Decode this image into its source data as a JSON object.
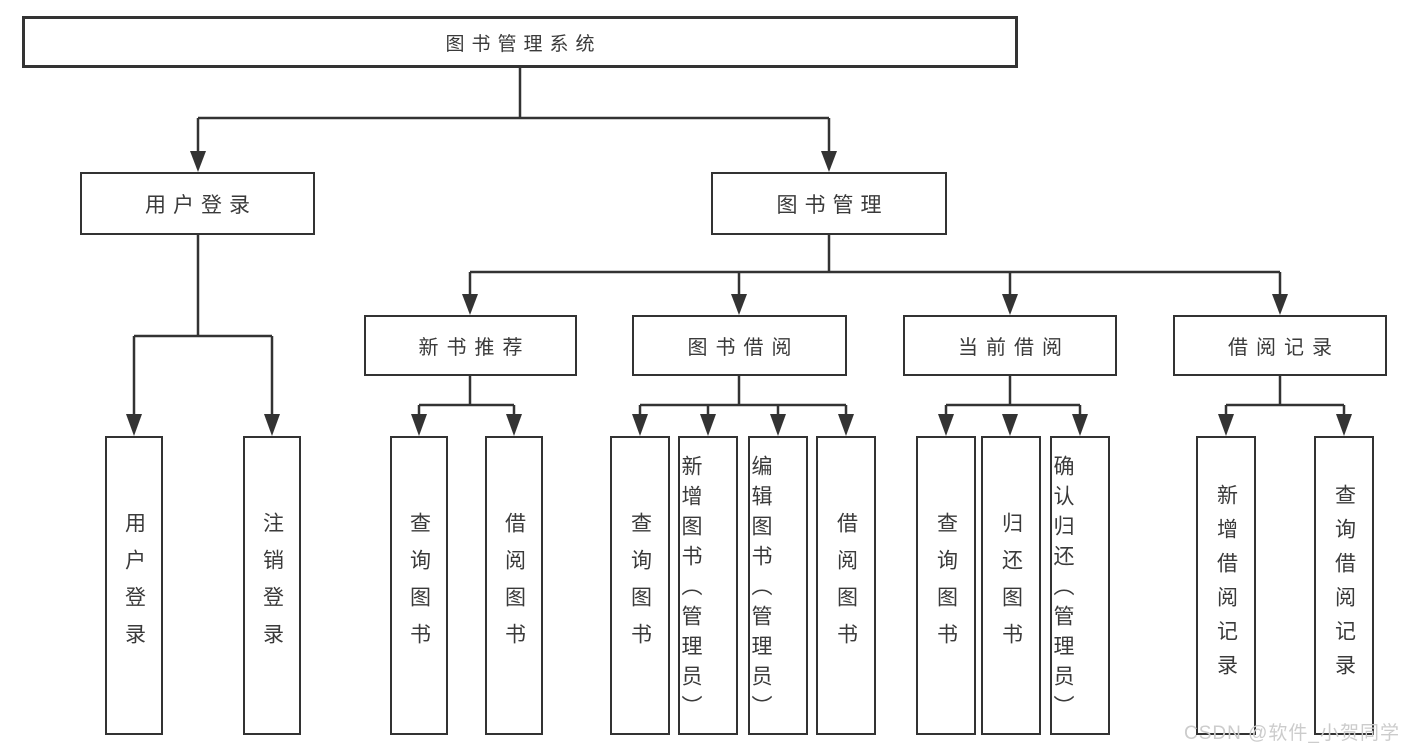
{
  "tree": {
    "label": "图书管理系统",
    "children": [
      {
        "label": "用户登录",
        "children": [
          {
            "label": "用户登录"
          },
          {
            "label": "注销登录"
          }
        ]
      },
      {
        "label": "图书管理",
        "children": [
          {
            "label": "新书推荐",
            "children": [
              {
                "label": "查询图书"
              },
              {
                "label": "借阅图书"
              }
            ]
          },
          {
            "label": "图书借阅",
            "children": [
              {
                "label": "查询图书"
              },
              {
                "label": "新增图书（管理员）"
              },
              {
                "label": "编辑图书（管理员）"
              },
              {
                "label": "借阅图书"
              }
            ]
          },
          {
            "label": "当前借阅",
            "children": [
              {
                "label": "查询图书"
              },
              {
                "label": "归还图书"
              },
              {
                "label": "确认归还（管理员）"
              }
            ]
          },
          {
            "label": "借阅记录",
            "children": [
              {
                "label": "新增借阅记录"
              },
              {
                "label": "查询借阅记录"
              }
            ]
          }
        ]
      }
    ]
  },
  "watermark": {
    "text": "CSDN @软件_小贺同学"
  },
  "colors": {
    "line": "#333333",
    "box_border": "#333333",
    "text": "#3a3a3a",
    "watermark": "#cccccc",
    "background": "#ffffff"
  }
}
